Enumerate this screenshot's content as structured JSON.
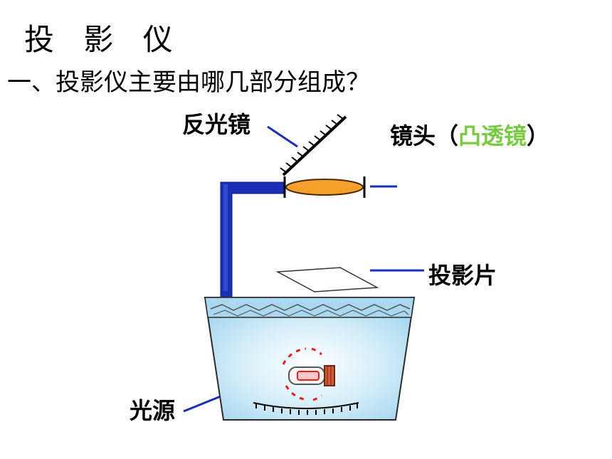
{
  "title": "投 影 仪",
  "question": "一、投影仪主要由哪几部分组成？",
  "labels": {
    "reflector": "反光镜",
    "lens_prefix": "镜头（",
    "lens_highlight": "凸透镜",
    "lens_suffix": "）",
    "slide": "投影片",
    "light_source": "光源"
  },
  "colors": {
    "frame": "#1a2fb5",
    "lens_fill": "#f5a02a",
    "box_fill": "#a9d8f0",
    "highlight": "#7ac943",
    "bulb_glow": "#e02020"
  }
}
